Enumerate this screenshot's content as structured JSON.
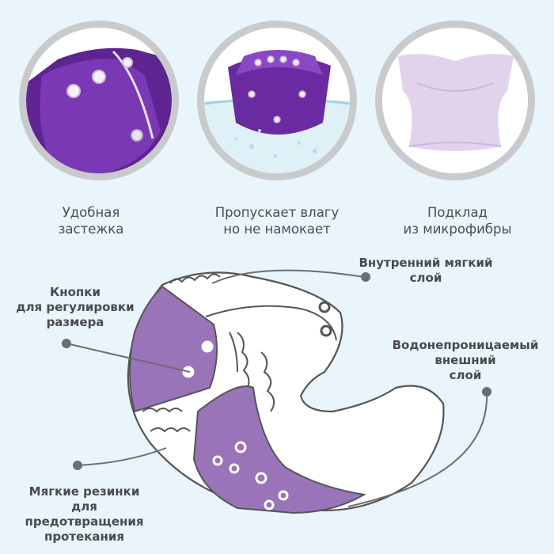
{
  "features": [
    {
      "line1": "Удобная",
      "line2": "застежка"
    },
    {
      "line1": "Пропускает влагу",
      "line2": "но не намокает"
    },
    {
      "line1": "Подклад",
      "line2": "из микрофибры"
    }
  ],
  "callouts": {
    "inner": {
      "line1": "Внутренний мягкий",
      "line2": "слой"
    },
    "buttons": {
      "line1": "Кнопки",
      "line2": "для регулировки",
      "line3": "размера"
    },
    "outer": {
      "line1": "Водонепроницаемый",
      "line2": "внешний",
      "line3": "слой"
    },
    "elastic": {
      "line1": "Мягкие резинки",
      "line2": "для предотвращения",
      "line3": "протекания"
    }
  },
  "colors": {
    "background": "#e9f4fb",
    "purple": "#6a2aa0",
    "purple_light": "#9a74b8",
    "lining": "#e6d8ee",
    "ring": "#c9cacc",
    "text": "#4a4a4c",
    "line": "#6d6d70"
  }
}
